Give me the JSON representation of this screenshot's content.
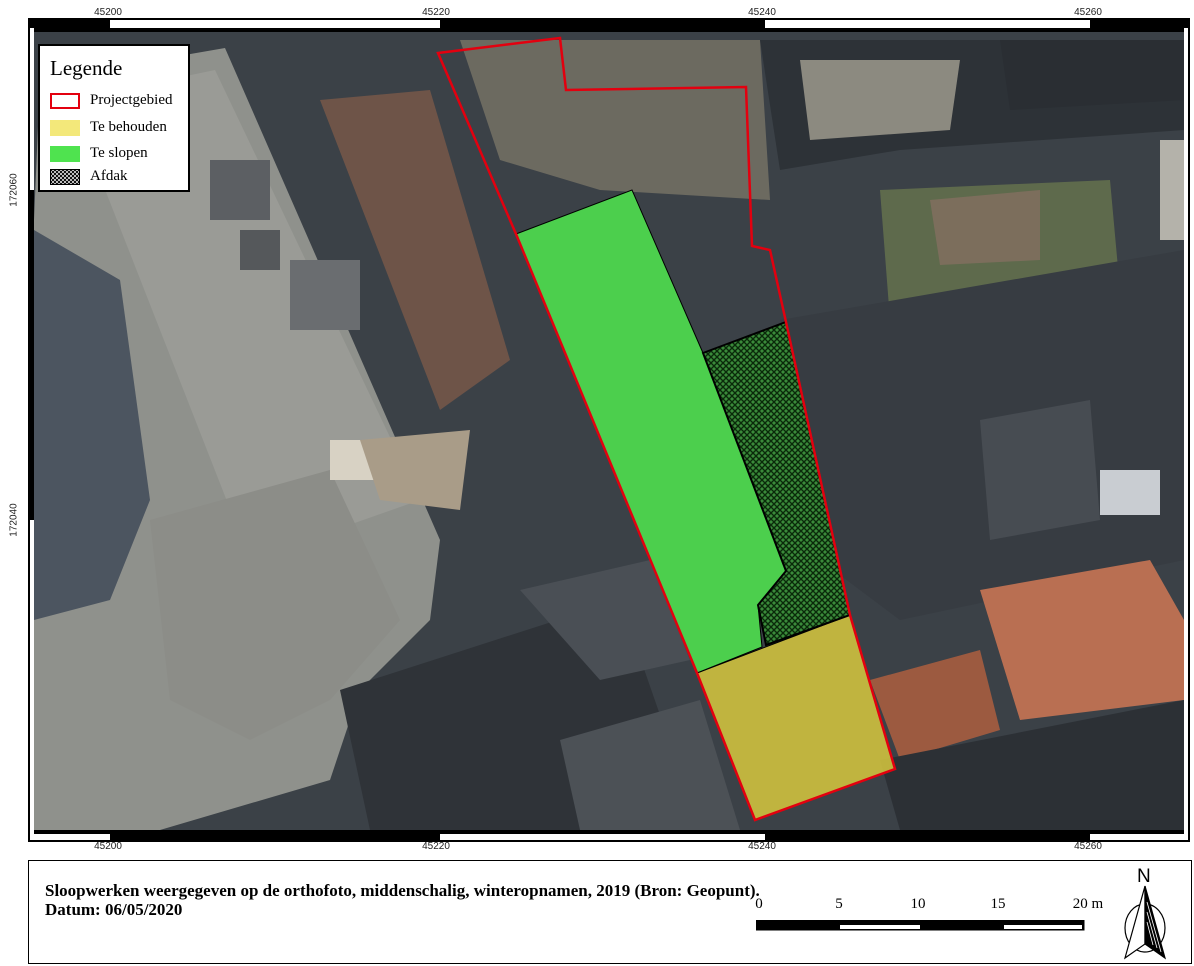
{
  "map": {
    "coord_top": [
      "45200",
      "45220",
      "45240",
      "45260"
    ],
    "coord_bottom": [
      "45200",
      "45220",
      "45240",
      "45260"
    ],
    "coord_left": [
      "172060",
      "172040"
    ]
  },
  "legend": {
    "title": "Legende",
    "items": [
      {
        "label": "Projectgebied",
        "color": "#e3000f"
      },
      {
        "label": "Te behouden",
        "color": "#f3e87a"
      },
      {
        "label": "Te slopen",
        "color": "#4fe34f"
      },
      {
        "label": "Afdak",
        "color": "#000000"
      }
    ]
  },
  "caption": {
    "line1": "Sloopwerken weergegeven op de orthofoto, middenschalig, winteropnamen, 2019 (Bron: Geopunt).",
    "line2": "Datum: 06/05/2020"
  },
  "scale_bar": {
    "labels": [
      "0",
      "5",
      "10",
      "15",
      "20 m"
    ]
  },
  "north_arrow": {
    "label": "N"
  }
}
